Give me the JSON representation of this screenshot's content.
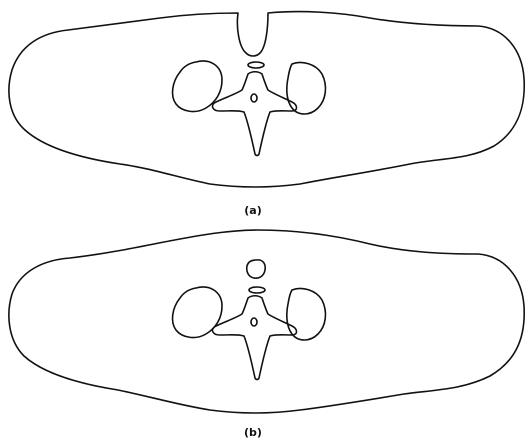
{
  "figure": {
    "panels": [
      {
        "label": "(a)",
        "variant": "with-midline-notch"
      },
      {
        "label": "(b)",
        "variant": "with-dorsal-ring"
      }
    ]
  }
}
